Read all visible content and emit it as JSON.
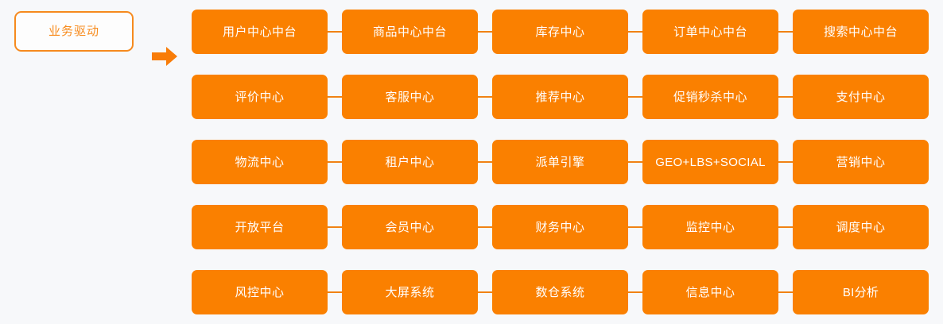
{
  "theme": {
    "background": "#f7f8fa",
    "card_fill": "#fa8000",
    "card_text": "#ffffff",
    "accent_border": "#f68a1e",
    "accent_text": "#f78c1f",
    "connector": "#f08214",
    "arrow": "#f87c08"
  },
  "driver": {
    "label": "业务驱动",
    "icon": "arrow-right-icon"
  },
  "grid": {
    "columns": 5,
    "rows": [
      {
        "cells": [
          {
            "label": "用户中心中台",
            "script": "cjk"
          },
          {
            "label": "商品中心中台",
            "script": "cjk"
          },
          {
            "label": "库存中心",
            "script": "cjk"
          },
          {
            "label": "订单中心中台",
            "script": "cjk"
          },
          {
            "label": "搜索中心中台",
            "script": "cjk"
          }
        ]
      },
      {
        "cells": [
          {
            "label": "评价中心",
            "script": "cjk"
          },
          {
            "label": "客服中心",
            "script": "cjk"
          },
          {
            "label": "推荐中心",
            "script": "cjk"
          },
          {
            "label": "促销秒杀中心",
            "script": "cjk"
          },
          {
            "label": "支付中心",
            "script": "cjk"
          }
        ]
      },
      {
        "cells": [
          {
            "label": "物流中心",
            "script": "cjk"
          },
          {
            "label": "租户中心",
            "script": "cjk"
          },
          {
            "label": "派单引擎",
            "script": "cjk"
          },
          {
            "label": "GEO+LBS+SOCIAL",
            "script": "latin"
          },
          {
            "label": "营销中心",
            "script": "cjk"
          }
        ]
      },
      {
        "cells": [
          {
            "label": "开放平台",
            "script": "cjk"
          },
          {
            "label": "会员中心",
            "script": "cjk"
          },
          {
            "label": "财务中心",
            "script": "cjk"
          },
          {
            "label": "监控中心",
            "script": "cjk"
          },
          {
            "label": "调度中心",
            "script": "cjk"
          }
        ]
      },
      {
        "cells": [
          {
            "label": "风控中心",
            "script": "cjk"
          },
          {
            "label": "大屏系统",
            "script": "cjk"
          },
          {
            "label": "数仓系统",
            "script": "cjk"
          },
          {
            "label": "信息中心",
            "script": "cjk"
          },
          {
            "label": "BI分析",
            "script": "latin"
          }
        ]
      }
    ]
  }
}
